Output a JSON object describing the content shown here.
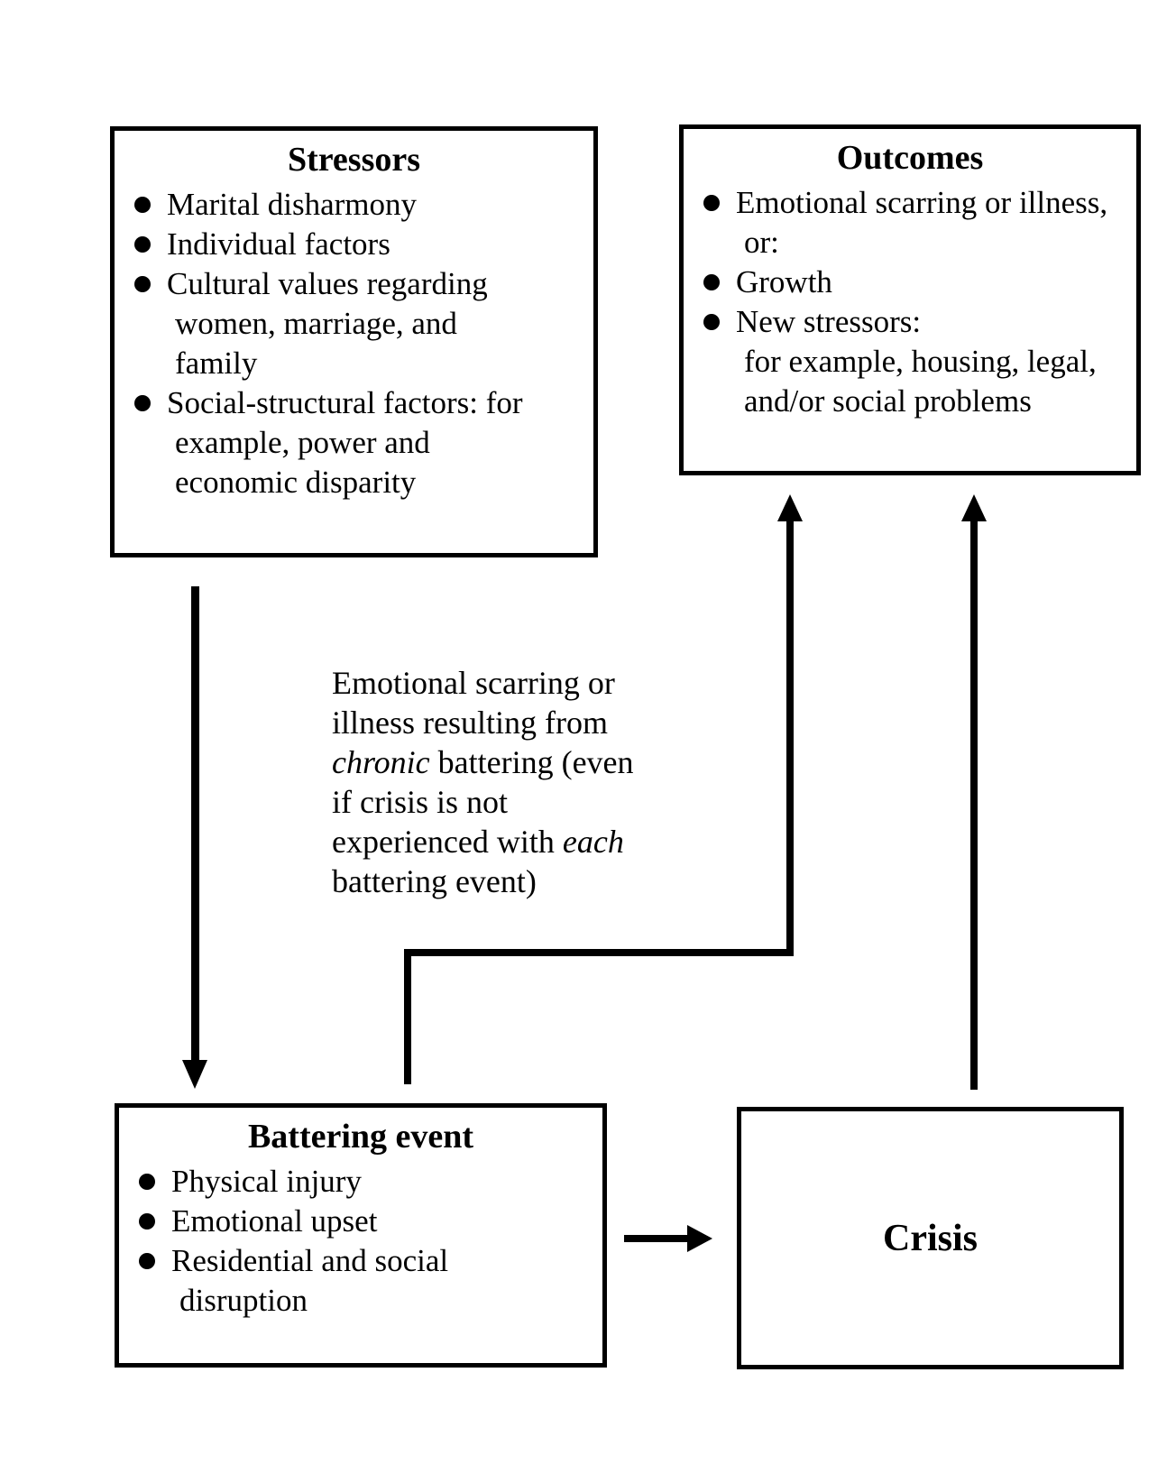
{
  "colors": {
    "ink": "#000000",
    "background": "#ffffff"
  },
  "boxes": {
    "stressors": {
      "title": "Stressors",
      "items": [
        {
          "lines": [
            "Marital disharmony"
          ]
        },
        {
          "lines": [
            "Individual factors"
          ]
        },
        {
          "lines": [
            "Cultural values regarding",
            "women, marriage, and",
            "family"
          ]
        },
        {
          "lines": [
            "Social-structural factors: for",
            "example, power and",
            "economic disparity"
          ]
        }
      ]
    },
    "outcomes": {
      "title": "Outcomes",
      "items": [
        {
          "lines": [
            "Emotional scarring or illness,",
            "or:"
          ]
        },
        {
          "lines": [
            "Growth"
          ]
        },
        {
          "lines": [
            "New stressors:",
            "for example, housing, legal,",
            "and/or social problems"
          ]
        }
      ]
    },
    "battering_event": {
      "title": "Battering event",
      "items": [
        {
          "lines": [
            "Physical injury"
          ]
        },
        {
          "lines": [
            "Emotional upset"
          ]
        },
        {
          "lines": [
            "Residential and social",
            "disruption"
          ]
        }
      ]
    },
    "crisis": {
      "title": "Crisis"
    }
  },
  "annotation": {
    "line1": "Emotional scarring or",
    "line2": "illness resulting from",
    "line3_italic": "chronic",
    "line3_rest": " battering (even",
    "line4": "if crisis is not",
    "line5_start": "experienced with ",
    "line5_italic": "each",
    "line6": "battering event)"
  }
}
